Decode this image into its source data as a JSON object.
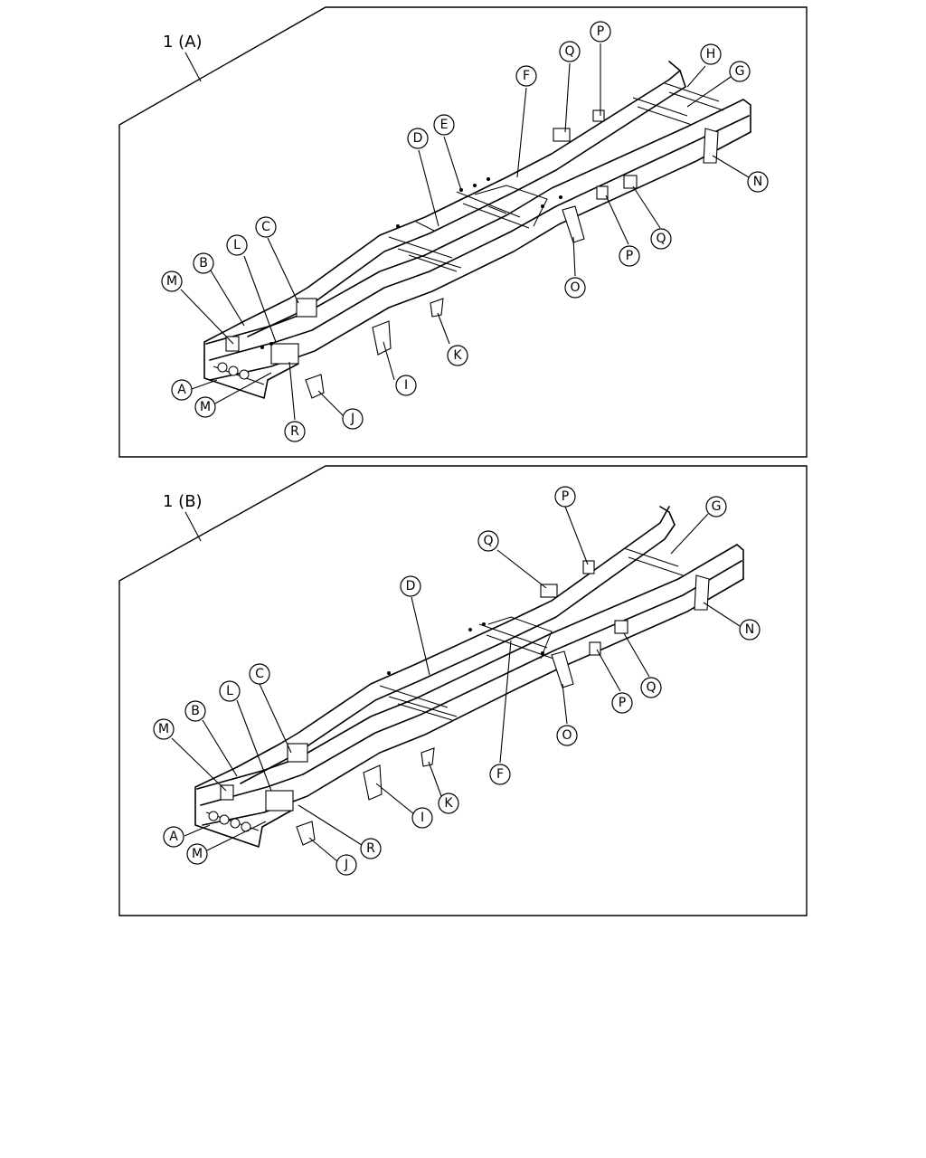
{
  "panels": [
    {
      "id": "A",
      "title": "1 (A)",
      "callouts": [
        "A",
        "B",
        "C",
        "D",
        "E",
        "F",
        "G",
        "H",
        "I",
        "J",
        "K",
        "L",
        "M",
        "M",
        "N",
        "O",
        "P",
        "P",
        "Q",
        "Q",
        "R"
      ]
    },
    {
      "id": "B",
      "title": "1 (B)",
      "callouts": [
        "A",
        "B",
        "C",
        "D",
        "F",
        "G",
        "I",
        "J",
        "K",
        "L",
        "M",
        "M",
        "N",
        "O",
        "P",
        "P",
        "Q",
        "Q",
        "R"
      ]
    }
  ]
}
